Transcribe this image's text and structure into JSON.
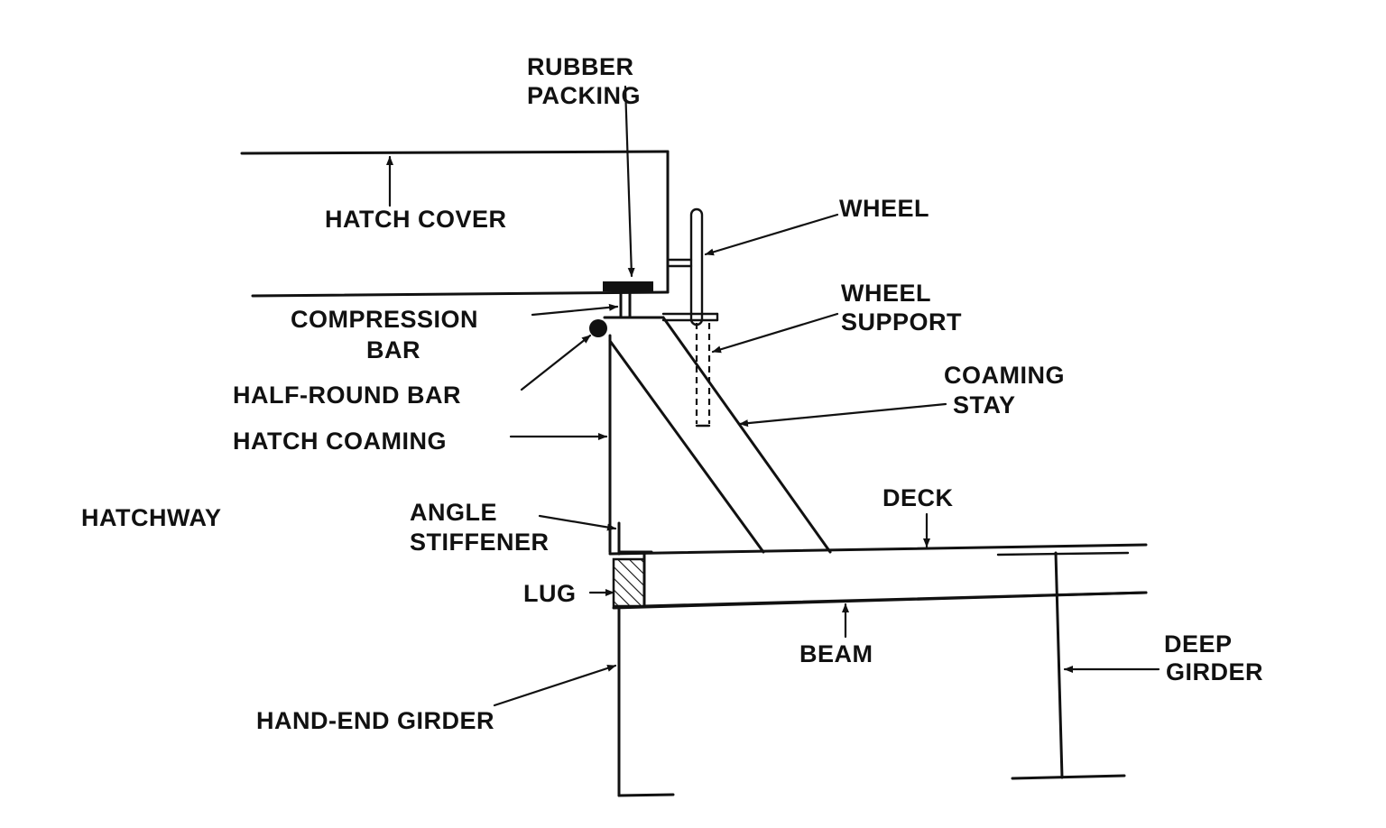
{
  "labels": {
    "rubber_packing_line1": "RUBBER",
    "rubber_packing_line2": "PACKING",
    "hatch_cover": "HATCH COVER",
    "wheel": "WHEEL",
    "wheel_support_line1": "WHEEL",
    "wheel_support_line2": "SUPPORT",
    "compression_bar_line1": "COMPRESSION",
    "compression_bar_line2": "BAR",
    "half_round_bar": "HALF-ROUND BAR",
    "coaming_stay_line1": "COAMING",
    "coaming_stay_line2": "STAY",
    "hatch_coaming": "HATCH COAMING",
    "hatchway": "HATCHWAY",
    "deck": "DECK",
    "angle_stiffener_line1": "ANGLE",
    "angle_stiffener_line2": "STIFFENER",
    "lug": "LUG",
    "beam": "BEAM",
    "deep_girder_line1": "DEEP",
    "deep_girder_line2": "GIRDER",
    "hand_end_girder": "HAND-END GIRDER"
  },
  "colors": {
    "ink": "#111111",
    "background": "#ffffff"
  }
}
